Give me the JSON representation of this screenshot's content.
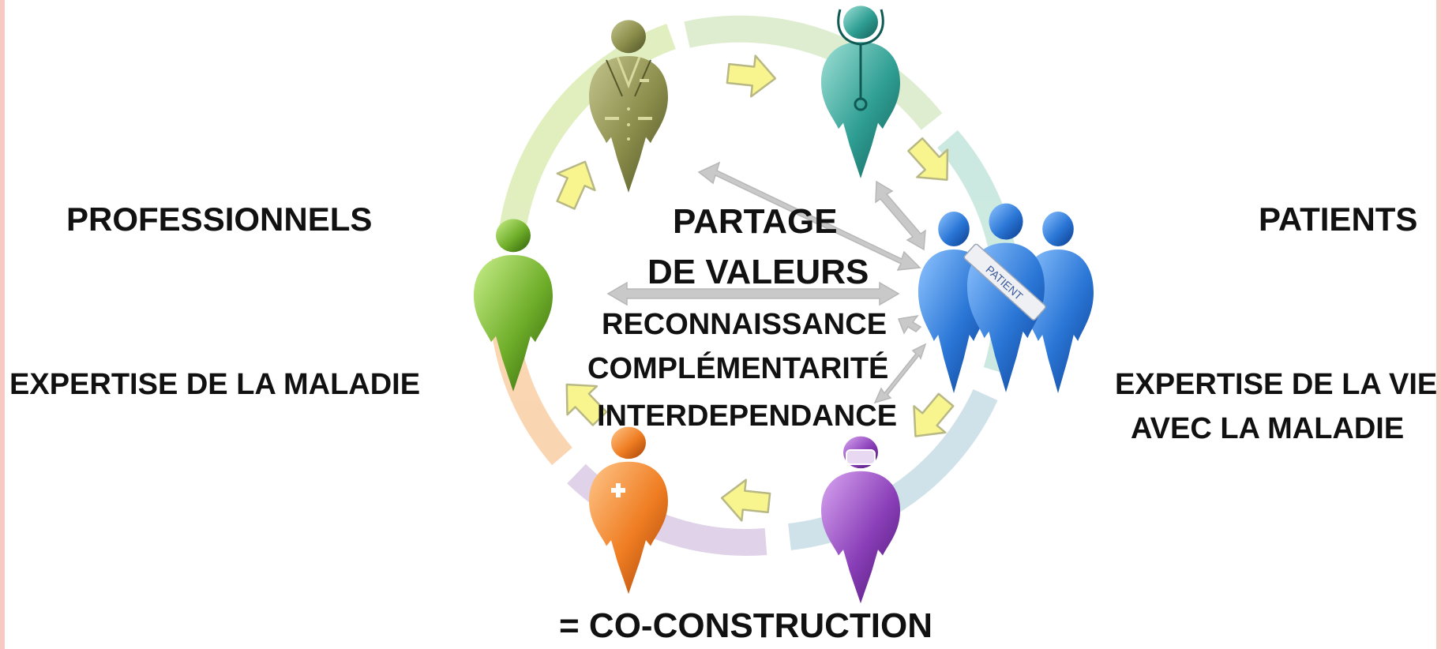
{
  "labels": {
    "professionals": "PROFESSIONNELS",
    "patients": "PATIENTS",
    "expertise_left": "EXPERTISE DE LA MALADIE",
    "expertise_right_1": "EXPERTISE DE LA VIE",
    "expertise_right_2": "AVEC LA MALADIE",
    "center_1": "PARTAGE",
    "center_2": "DE VALEURS",
    "value_1": "RECONNAISSANCE",
    "value_2": "COMPLÉMENTARITÉ",
    "value_3": "INTERDEPENDANCE",
    "bottom": "= CO-CONSTRUCTION",
    "sash": "PATIENT"
  },
  "icons": {
    "doctor_coat": "doctor-coat-icon",
    "doctor_stethoscope": "stethoscope-doctor-icon",
    "patient_group": "patient-group-icon",
    "masked_person": "masked-person-icon",
    "nurse": "nurse-icon",
    "person": "person-icon",
    "cycle_arrow": "cycle-arrow-icon",
    "double_arrow": "double-arrow-icon"
  },
  "colors": {
    "coat": "#8a8c4a",
    "stethoscope": "#2f9e93",
    "patient": "#2a76d6",
    "masked": "#8a3fb8",
    "nurse": "#ef7d22",
    "green": "#6fae2a",
    "chevron": "#f8f58f",
    "gray_arrow": "#c9c9c9"
  }
}
